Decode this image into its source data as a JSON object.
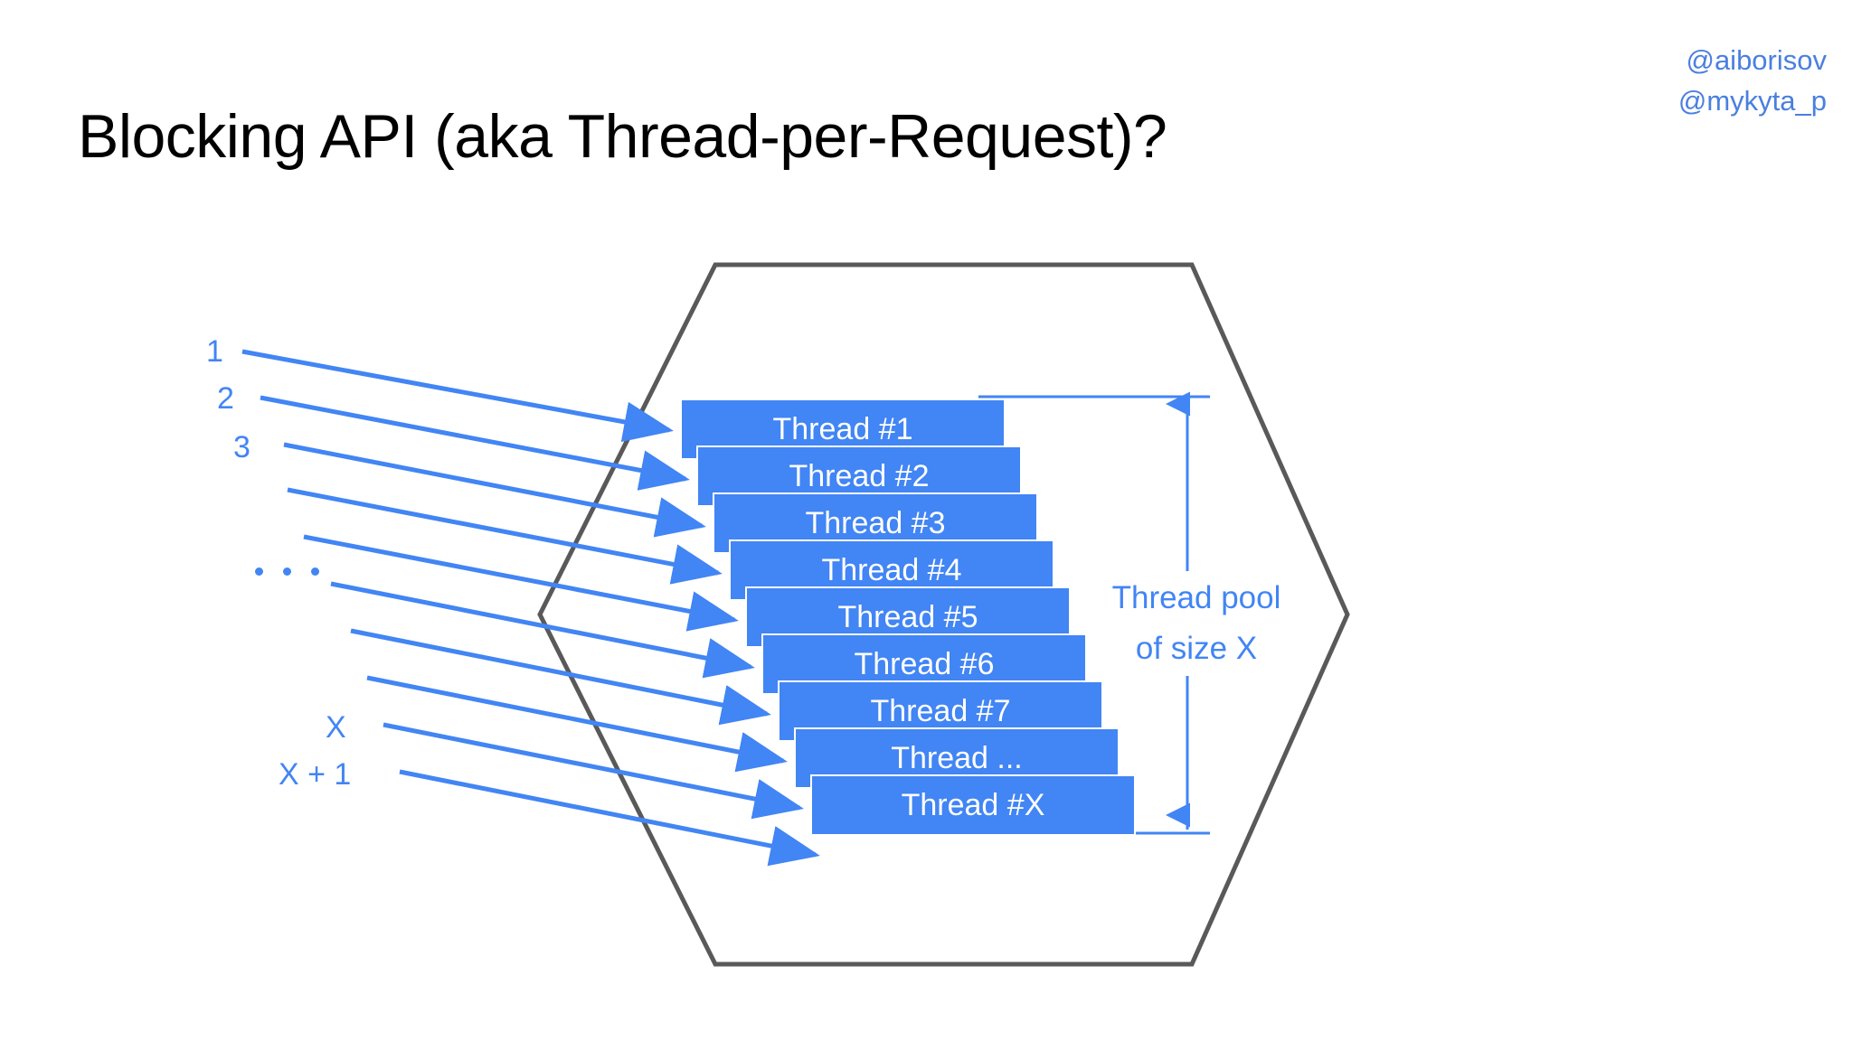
{
  "slide": {
    "title": "Blocking API (aka Thread-per-Request)?",
    "background_color": "#ffffff"
  },
  "handles": {
    "color": "#4a7fe0",
    "items": [
      "@aiborisov",
      "@mykyta_p"
    ]
  },
  "diagram": {
    "accent_color": "#4285f4",
    "outline_color": "#595959",
    "shape": "hexagon",
    "request_labels": [
      "1",
      "2",
      "3",
      "...",
      "X",
      "X + 1"
    ],
    "incoming_arrow_count": 10,
    "thread_boxes": [
      {
        "label": "Thread #1"
      },
      {
        "label": "Thread #2"
      },
      {
        "label": "Thread #3"
      },
      {
        "label": "Thread #4"
      },
      {
        "label": "Thread #5"
      },
      {
        "label": "Thread #6"
      },
      {
        "label": "Thread #7"
      },
      {
        "label": "Thread ..."
      },
      {
        "label": "Thread #X"
      }
    ],
    "pool_annotation": {
      "line1": "Thread pool",
      "line2": "of size X"
    }
  }
}
